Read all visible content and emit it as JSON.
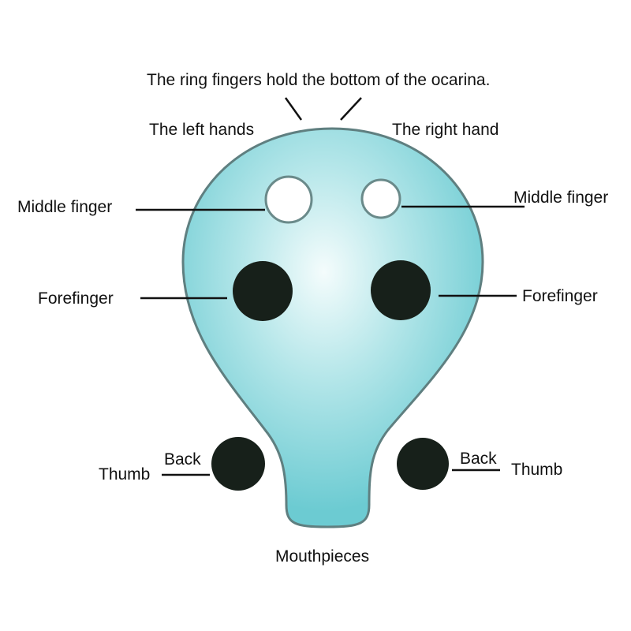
{
  "labels": {
    "ring_fingers": "The ring fingers hold the bottom of the ocarina.",
    "left_hands": "The left hands",
    "right_hand": "The right hand",
    "middle_left": "Middle finger",
    "middle_right": "Middle finger",
    "forefinger_left": "Forefinger",
    "forefinger_right": "Forefinger",
    "back_left": "Back",
    "thumb_left": "Thumb",
    "back_right": "Back",
    "thumb_right": "Thumb",
    "mouthpieces": "Mouthpieces"
  },
  "colors": {
    "body": "#7fd0d6",
    "body_center": "#f2fbfb",
    "outline": "#5f7f80",
    "closed_hole": "#17201a",
    "open_hole": "#ffffff"
  }
}
